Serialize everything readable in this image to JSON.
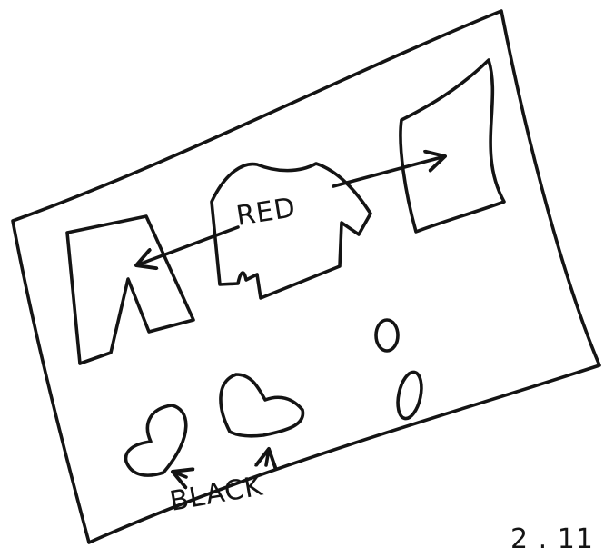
{
  "paper": {
    "background": "#ffffff",
    "ink_color": "#141414"
  },
  "labels": {
    "top_label": "RED",
    "bottom_label": "BLACK",
    "corner_fragment": "2 . 11"
  },
  "pieces": [
    {
      "name": "trouser-piece",
      "kind": "pattern-piece"
    },
    {
      "name": "sweater-piece",
      "kind": "pattern-piece"
    },
    {
      "name": "leaf-piece",
      "kind": "pattern-piece"
    },
    {
      "name": "heart-piece-left",
      "kind": "pattern-piece"
    },
    {
      "name": "heart-piece-right",
      "kind": "pattern-piece"
    },
    {
      "name": "oval-piece-upper",
      "kind": "pattern-piece"
    },
    {
      "name": "oval-piece-lower",
      "kind": "pattern-piece"
    }
  ]
}
